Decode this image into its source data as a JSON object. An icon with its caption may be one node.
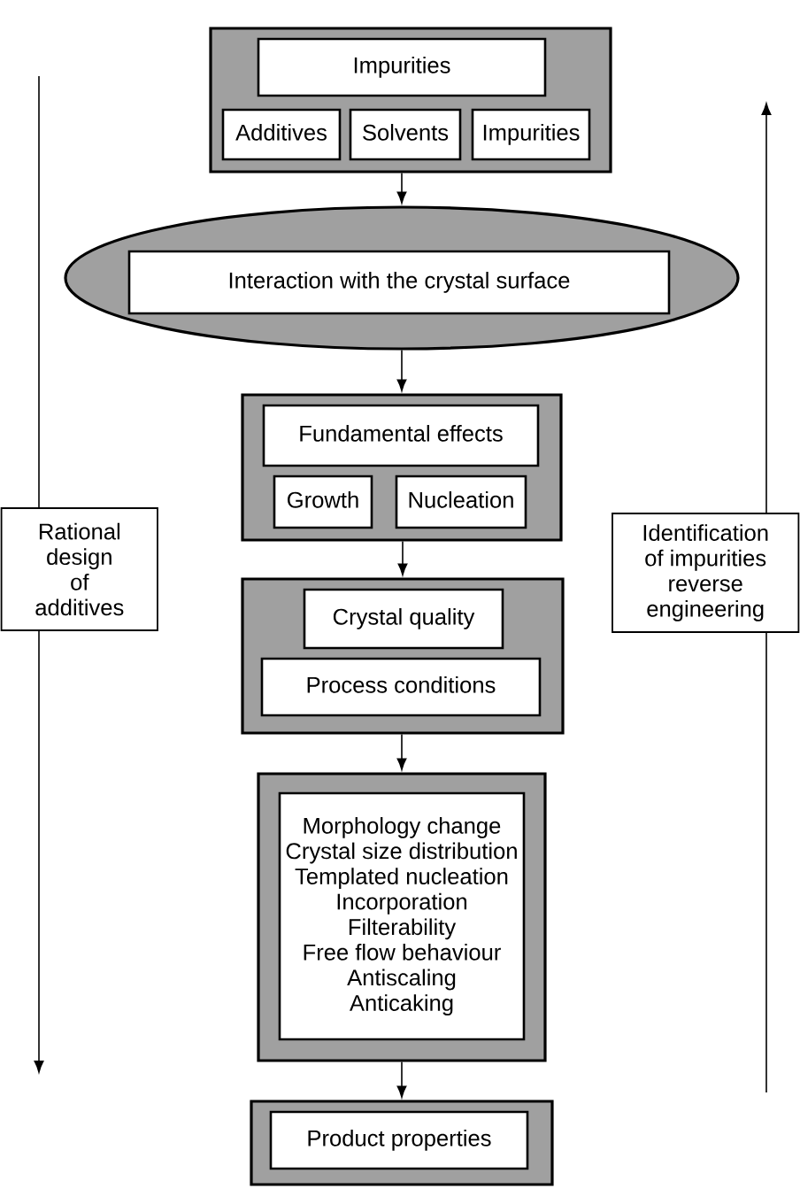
{
  "diagram": {
    "nodes": [
      {
        "text": [],
        "shape": "box"
      },
      {
        "text": [
          "Impurities"
        ],
        "in": 0
      },
      {
        "text": [
          "Additives"
        ],
        "in": 0
      },
      {
        "text": [
          "Solvents"
        ],
        "in": 0
      },
      {
        "text": [
          "Impurities"
        ],
        "in": 0
      },
      {
        "text": [],
        "shape": "ellipse"
      },
      {
        "text": [
          "Interaction with the crystal surface"
        ],
        "in": 5
      },
      {
        "text": [],
        "shape": "box"
      },
      {
        "text": [
          "Fundamental effects"
        ],
        "in": 7
      },
      {
        "text": [
          "Growth"
        ],
        "in": 7
      },
      {
        "text": [
          "Nucleation"
        ],
        "in": 7
      },
      {
        "text": [],
        "shape": "box"
      },
      {
        "text": [
          "Crystal quality"
        ],
        "in": 11
      },
      {
        "text": [
          "Process conditions"
        ],
        "in": 11
      },
      {
        "text": [],
        "shape": "box"
      },
      {
        "text": [
          "Morphology change",
          "Crystal size distribution",
          "Templated nucleation",
          "Incorporation",
          "Filterability",
          "Free flow behaviour",
          "Antiscaling",
          "Anticaking"
        ],
        "in": 14
      },
      {
        "text": [],
        "shape": "box"
      },
      {
        "text": [
          "Product properties"
        ],
        "in": 16
      },
      {
        "text": [
          "Rational design of additives"
        ]
      },
      {
        "text": [
          "Identification of impurities reverse engineering"
        ]
      }
    ],
    "edges": [
      {
        "from": 0,
        "to": 5,
        "arrow": "to"
      },
      {
        "from": 5,
        "to": 7,
        "arrow": "to"
      },
      {
        "from": 7,
        "to": 11,
        "arrow": "to"
      },
      {
        "from": 11,
        "to": 14,
        "arrow": "to"
      },
      {
        "from": 14,
        "to": 16,
        "arrow": "to"
      },
      {
        "from": null,
        "to": 18,
        "arrow": "none"
      },
      {
        "from": 18,
        "to": null,
        "arrow": "to"
      },
      {
        "from": null,
        "to": 19,
        "arrow": "none"
      },
      {
        "from": 19,
        "to": null,
        "arrow": "to"
      }
    ]
  }
}
